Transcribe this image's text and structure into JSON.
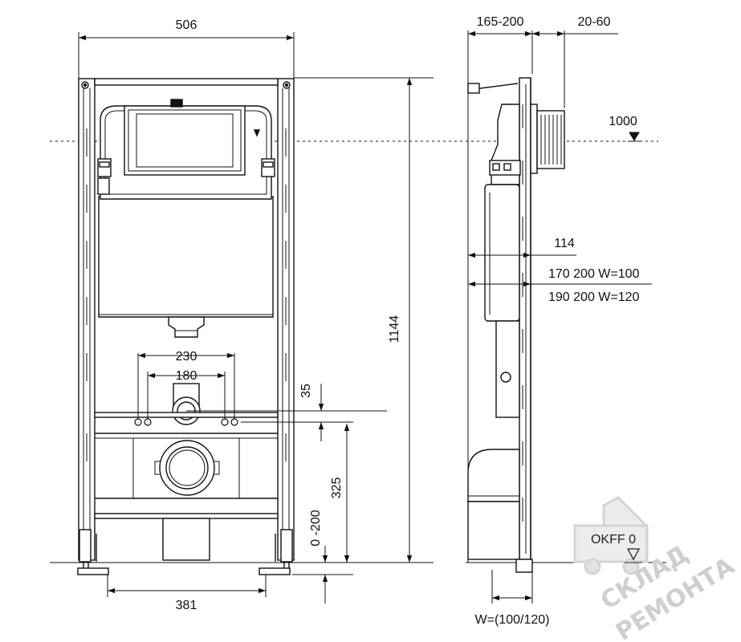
{
  "front_view": {
    "width_label": "506",
    "height_label": "1144",
    "outer_holes_label": "230",
    "inner_holes_label": "180",
    "pipe_offset_label": "35",
    "drain_height_label": "325",
    "leg_adjust_label": "0 -200",
    "feet_span_label": "381"
  },
  "side_view": {
    "depth_label": "165-200",
    "wall_gap_label": "20-60",
    "flush_height_label": "1000",
    "pipe_label": "114",
    "w100_label": "170 200 W=100",
    "w120_label": "190 200 W=120",
    "floor_label": "OKFF 0",
    "wall_label": "W=(100/120)"
  },
  "watermark": {
    "line1": "СКЛАД",
    "line2": "РЕМОНТА"
  }
}
